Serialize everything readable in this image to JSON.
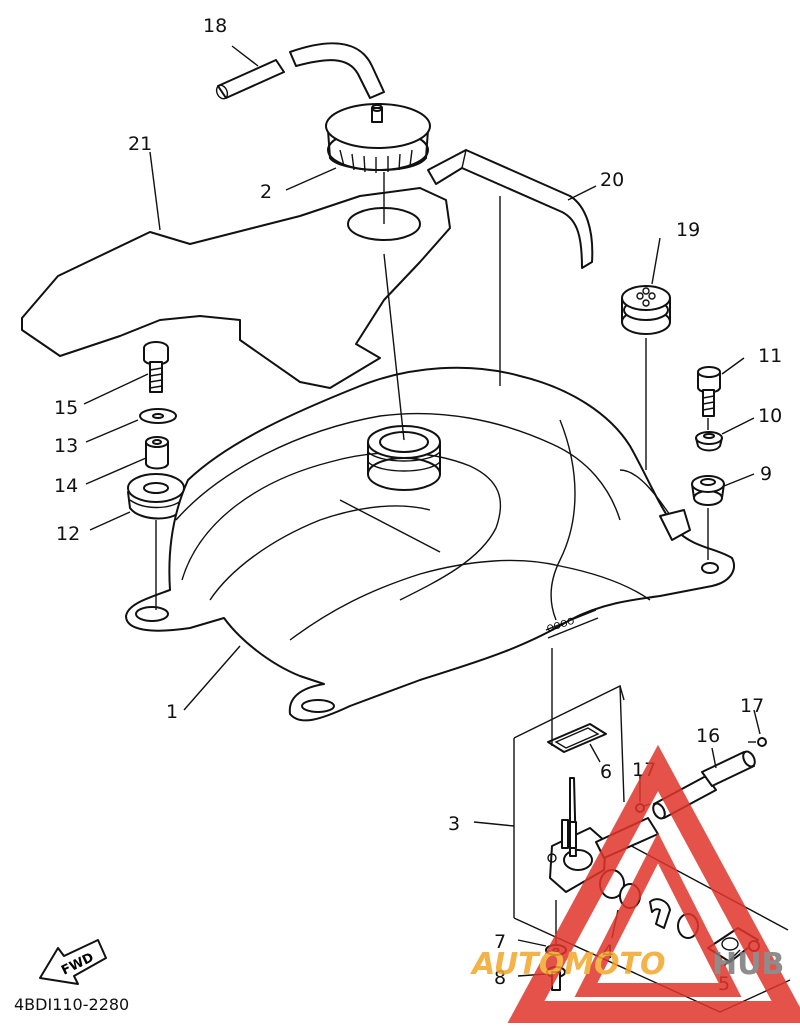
{
  "diagram": {
    "code": "4BDI110-2280",
    "fwd_label": "FWD",
    "watermark": {
      "text_a": "AUTOMOTO",
      "text_b": "HUB",
      "color_red": "#e0352b",
      "color_orange": "#f2a629",
      "color_gray": "#7a7a7a"
    },
    "callouts": {
      "c1": "1",
      "c2": "2",
      "c3": "3",
      "c4": "4",
      "c5": "5",
      "c6": "6",
      "c7": "7",
      "c8": "8",
      "c9": "9",
      "c10": "10",
      "c11": "11",
      "c12": "12",
      "c13": "13",
      "c14": "14",
      "c15": "15",
      "c16": "16",
      "c17a": "17",
      "c17b": "17",
      "c18": "18",
      "c19": "19",
      "c20": "20",
      "c21": "21"
    }
  }
}
